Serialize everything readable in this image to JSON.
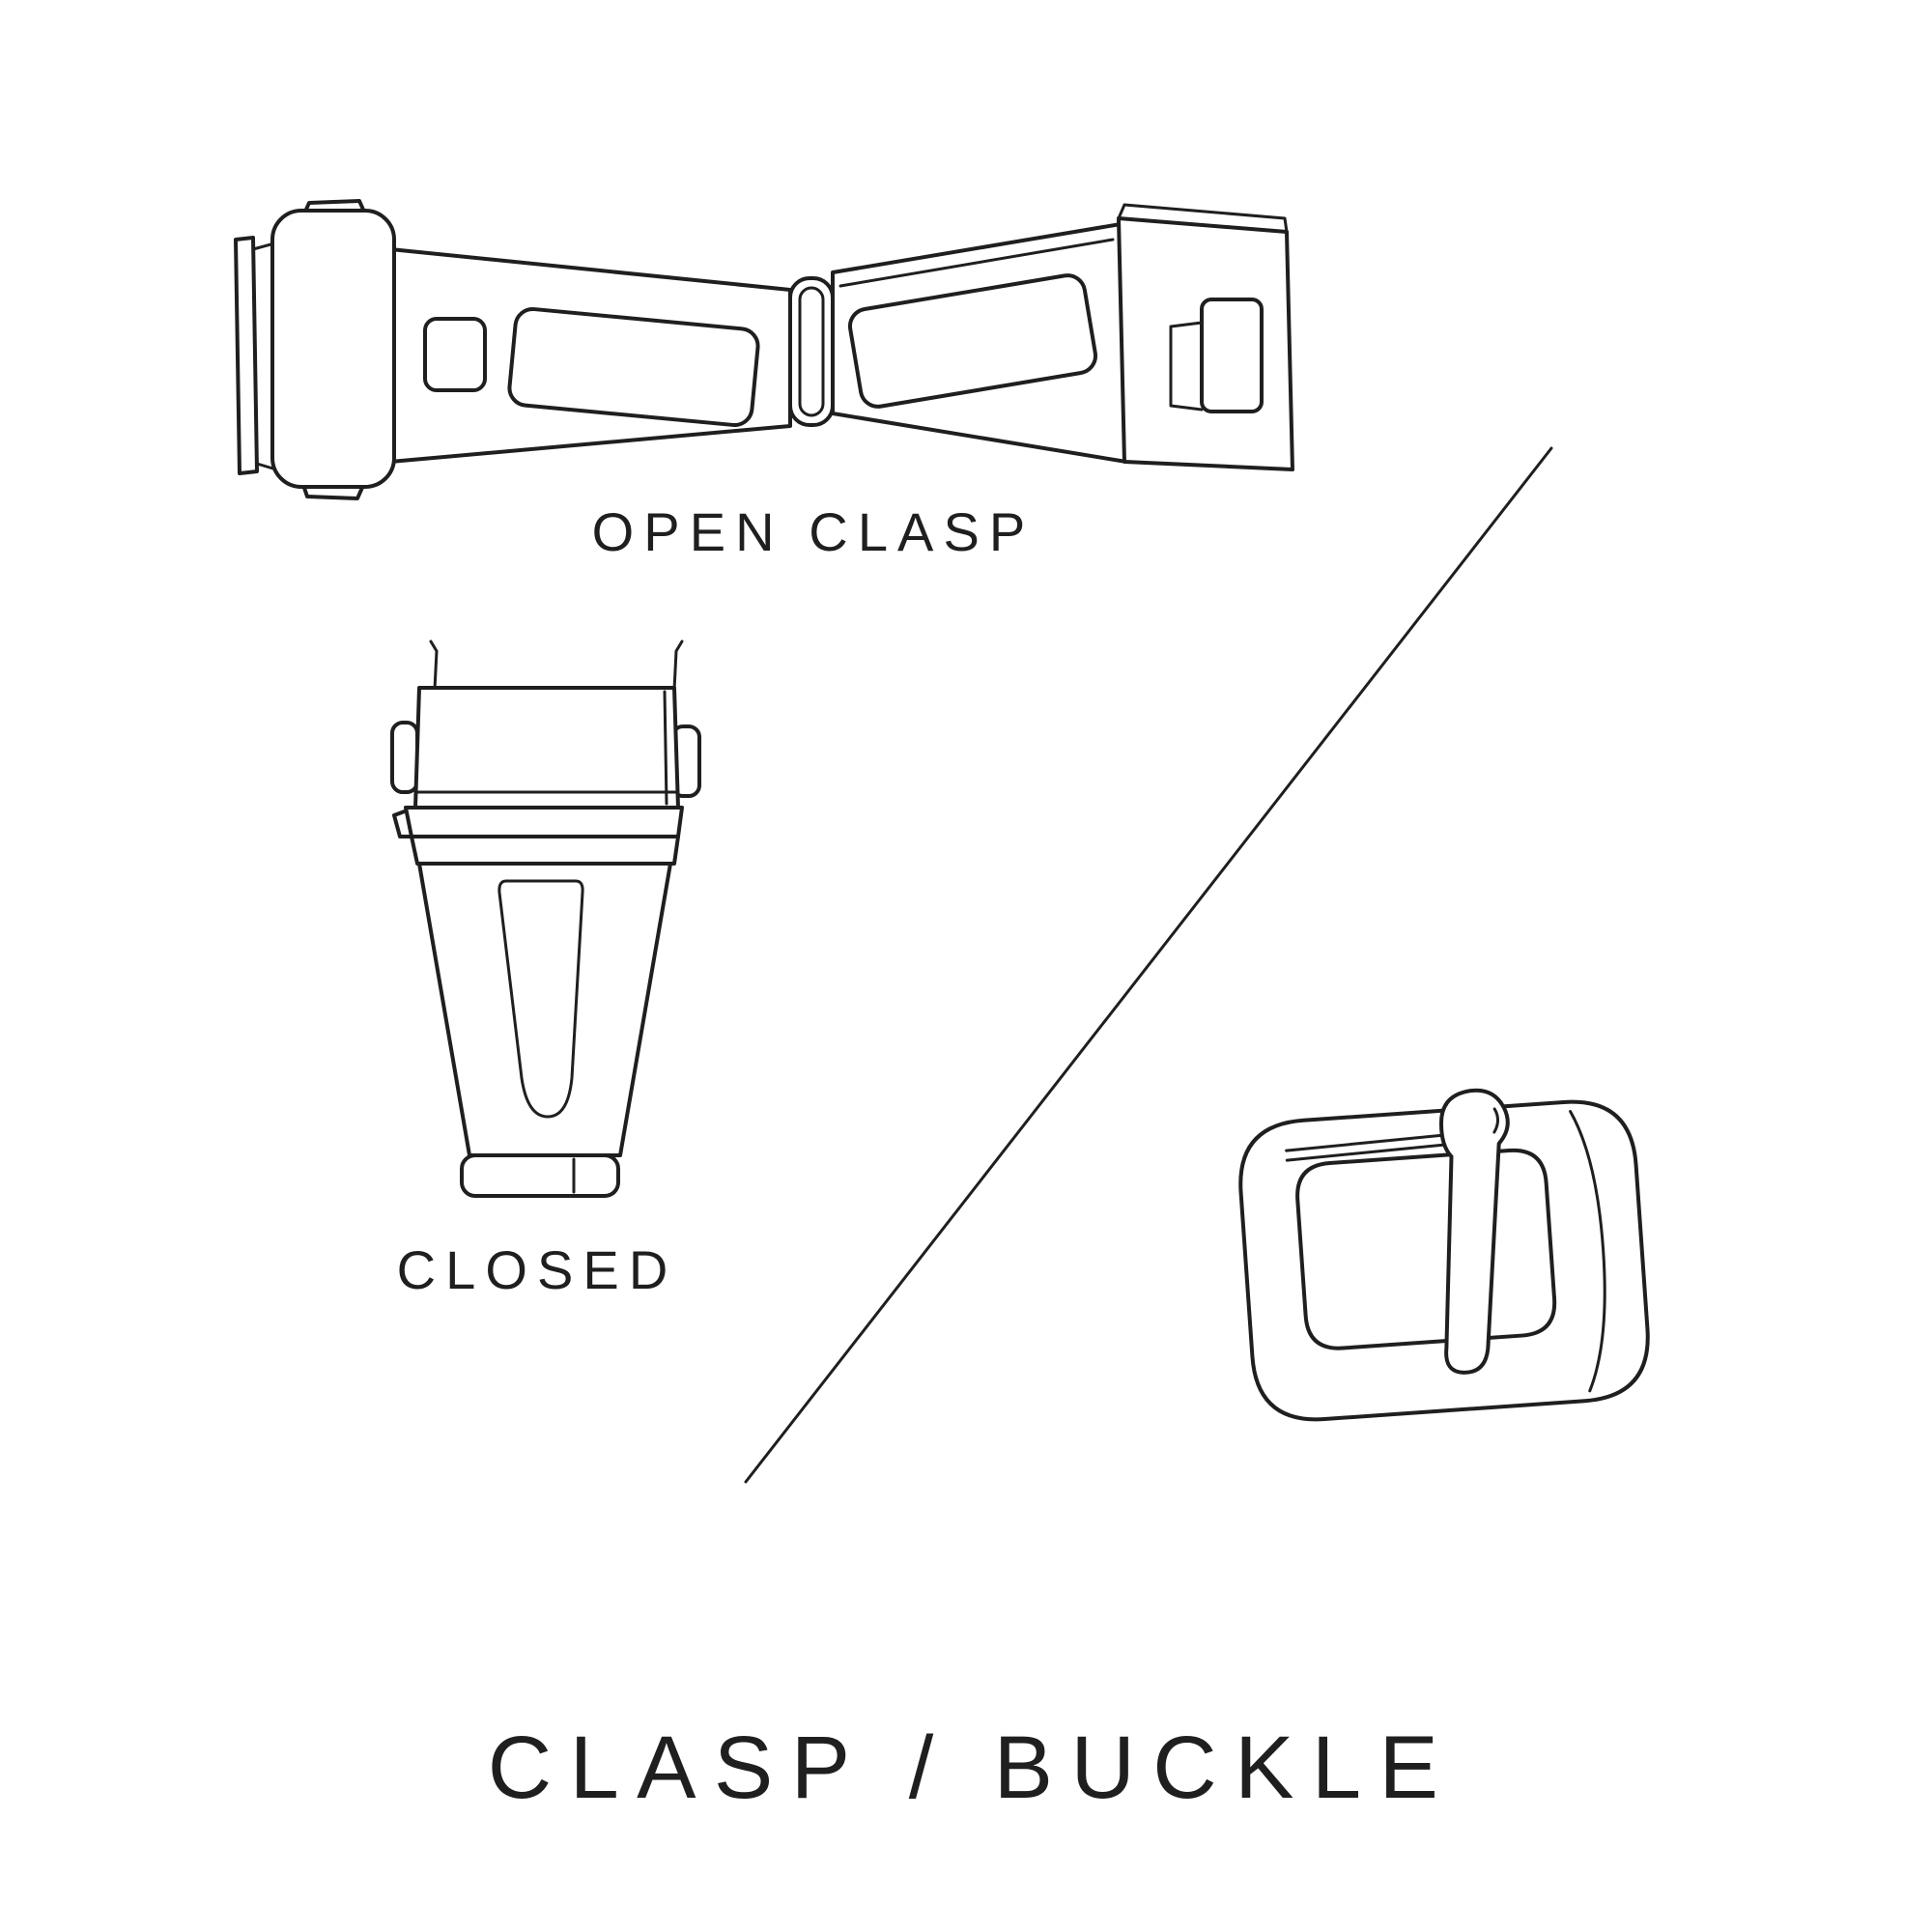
{
  "labels": {
    "open_clasp": "OPEN CLASP",
    "closed": "CLOSED"
  },
  "title": "CLASP / BUCKLE",
  "colors": {
    "ink": "#1f1f1f",
    "background": "#ffffff"
  },
  "illustrations": {
    "open_clasp": "open-clasp-illustration",
    "closed_clasp": "closed-clasp-illustration",
    "buckle": "buckle-illustration",
    "divider": "diagonal-divider-line"
  }
}
